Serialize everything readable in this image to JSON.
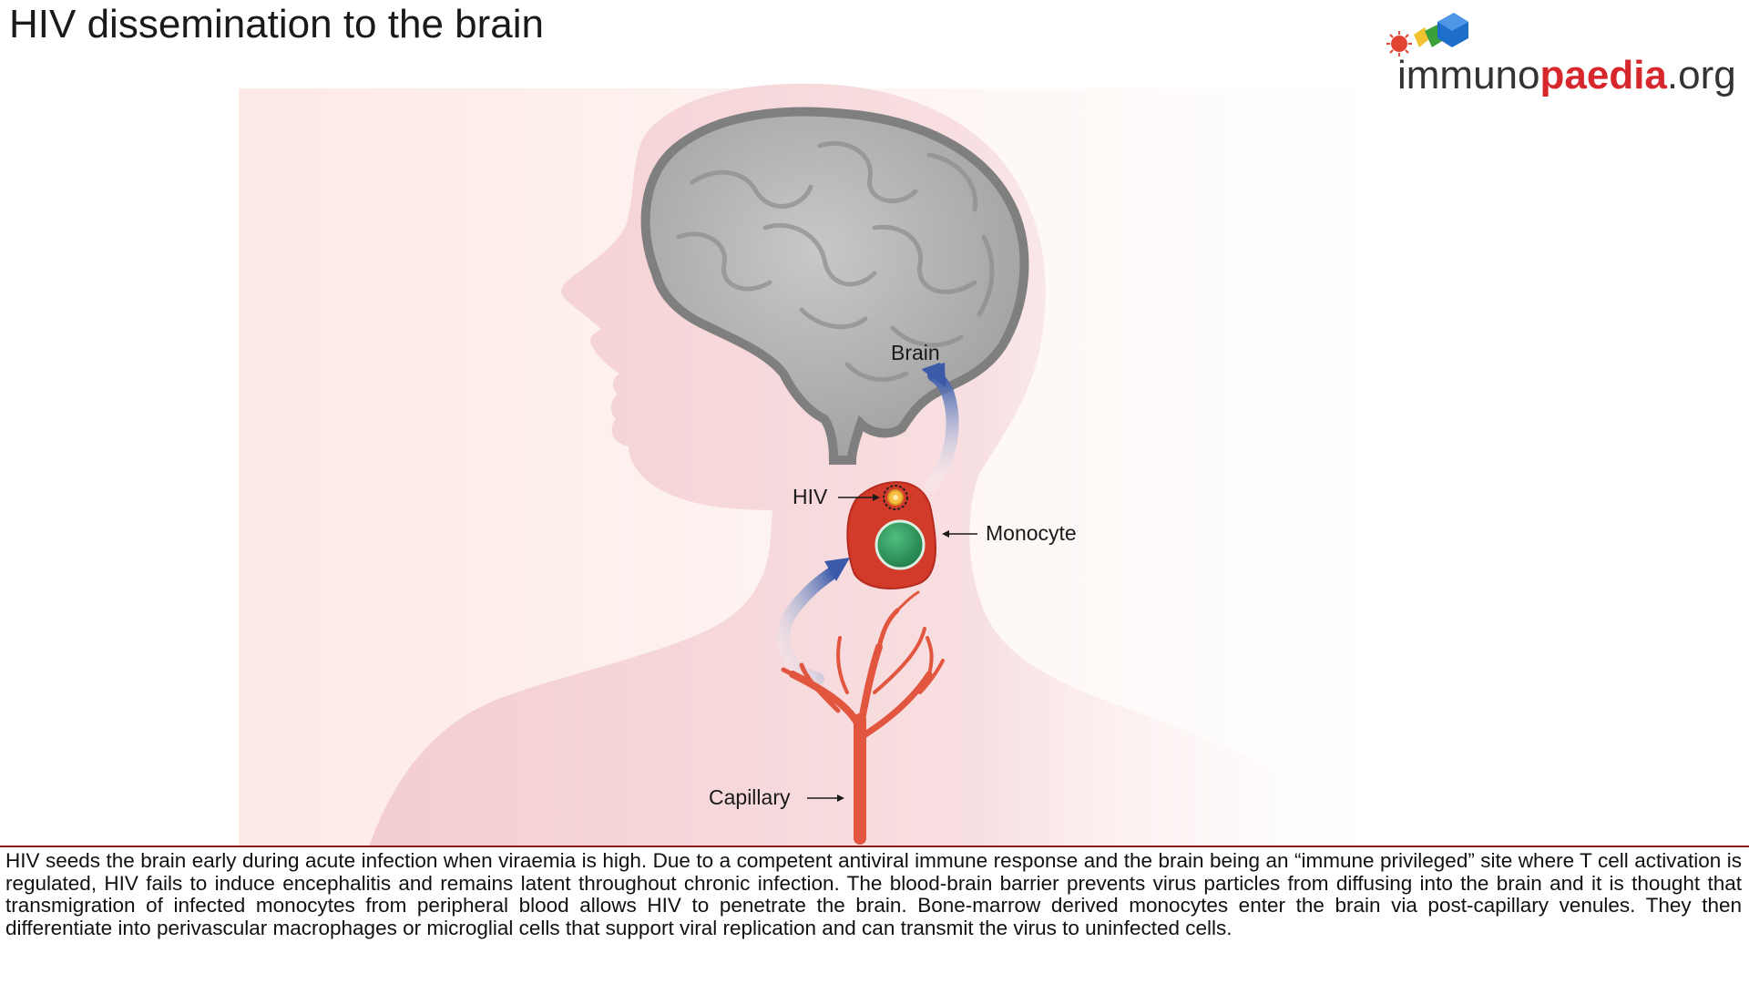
{
  "title": "HIV dissemination to the brain",
  "logo": {
    "text_plain": "immuno",
    "text_accent": "paedia",
    "text_suffix": ".org",
    "accent_color": "#d7262c"
  },
  "labels": {
    "brain": "Brain",
    "hiv": "HIV",
    "monocyte": "Monocyte",
    "capillary": "Capillary"
  },
  "caption": "HIV seeds the brain early during acute infection when viraemia is high. Due to a competent antiviral immune response and the brain being an “immune privileged” site where T cell activation is regulated, HIV fails to induce encephalitis and remains latent throughout chronic infection. The blood-brain barrier prevents virus particles from diffusing into the brain and it is thought that transmigration of infected monocytes from peripheral blood allows HIV to penetrate the brain. Bone-marrow derived monocytes enter the brain via post-capillary venules. They then differentiate into perivascular macrophages or microglial cells that support viral replication and can transmit the virus to uninfected cells.",
  "colors": {
    "silhouette": "#f6d6d9",
    "brain": "#a9a9a9",
    "monocyte": "#d23a2a",
    "nucleus": "#2e8b57",
    "capillary": "#e2553f",
    "arrow": "#3b5aa8"
  }
}
